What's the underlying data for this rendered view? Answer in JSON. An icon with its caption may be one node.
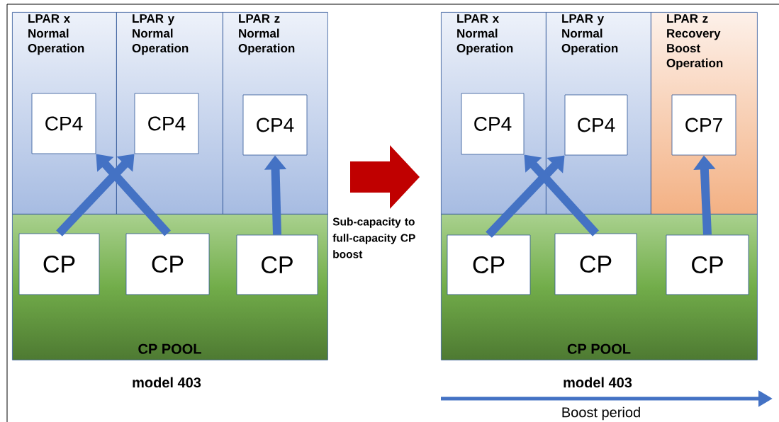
{
  "diagram": {
    "nodes": [
      {
        "text": [
          "LPAR x Normal Operation"
        ]
      },
      {
        "text": [
          "CP4"
        ],
        "in": 0
      },
      {
        "text": [
          "LPAR y Normal Operation"
        ]
      },
      {
        "text": [
          "CP4"
        ],
        "in": 2
      },
      {
        "text": [
          "LPAR z Normal Operation"
        ]
      },
      {
        "text": [
          "CP4"
        ],
        "in": 4
      },
      {
        "text": [
          "CP POOL"
        ]
      },
      {
        "text": [
          "CP"
        ],
        "in": 6
      },
      {
        "text": [
          "CP"
        ],
        "in": 6
      },
      {
        "text": [
          "CP"
        ],
        "in": 6
      },
      {
        "text": [
          "LPAR x Normal Operation"
        ]
      },
      {
        "text": [
          "CP4"
        ],
        "in": 10
      },
      {
        "text": [
          "LPAR y Normal Operation"
        ]
      },
      {
        "text": [
          "CP4"
        ],
        "in": 12
      },
      {
        "text": [
          "LPAR z Recovery Boost Operation"
        ]
      },
      {
        "text": [
          "CP7"
        ],
        "in": 14
      },
      {
        "text": [
          "CP POOL"
        ]
      },
      {
        "text": [
          "CP"
        ],
        "in": 16
      },
      {
        "text": [
          "CP"
        ],
        "in": 16
      },
      {
        "text": [
          "CP"
        ],
        "in": 16
      }
    ],
    "edges": [
      {
        "from": 7,
        "to": 3,
        "arrow": "to"
      },
      {
        "from": 8,
        "to": 1,
        "arrow": "to"
      },
      {
        "from": 9,
        "to": 5,
        "arrow": "to"
      },
      {
        "from": 17,
        "to": 13,
        "arrow": "to"
      },
      {
        "from": 18,
        "to": 11,
        "arrow": "to"
      },
      {
        "from": 19,
        "to": 15,
        "arrow": "to"
      }
    ],
    "labels": [
      "Sub-capacity to full-capacity CP boost",
      "model 403",
      "model 403",
      "Boost period"
    ]
  }
}
